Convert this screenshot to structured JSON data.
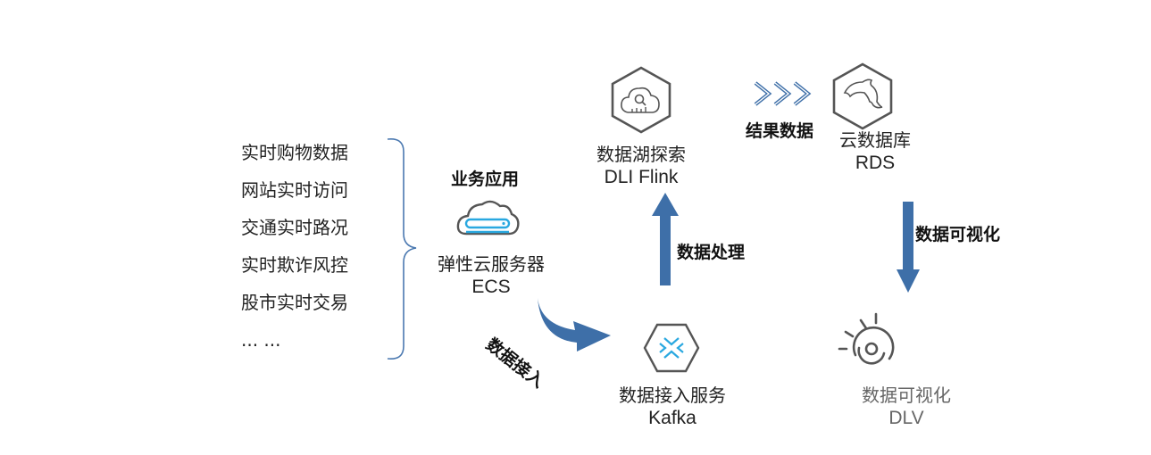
{
  "sources": {
    "items": [
      "实时购物数据",
      "网站实时访问",
      "交通实时路况",
      "实时欺诈风控",
      "股市实时交易",
      "... ..."
    ]
  },
  "ecs": {
    "heading": "业务应用",
    "name_cn": "弹性云服务器",
    "name_en": "ECS",
    "icon": "cloud-server-icon"
  },
  "kafka": {
    "name_cn": "数据接入服务",
    "name_en": "Kafka",
    "icon": "hexagon-converge-icon"
  },
  "dli": {
    "name_cn": "数据湖探索",
    "name_en": "DLI Flink",
    "icon": "hexagon-cloud-search-icon"
  },
  "rds": {
    "name_cn": "云数据库",
    "name_en": "RDS",
    "icon": "hexagon-dolphin-icon"
  },
  "dlv": {
    "name_cn": "数据可视化",
    "name_en": "DLV",
    "icon": "eye-sun-icon"
  },
  "flows": {
    "ingest": "数据接入",
    "process": "数据处理",
    "result": "结果数据",
    "visualize": "数据可视化"
  },
  "colors": {
    "arrow": "#3e6fa8",
    "accent": "#29a8e0",
    "icon_gray": "#555555",
    "brace": "#4a78b0"
  }
}
